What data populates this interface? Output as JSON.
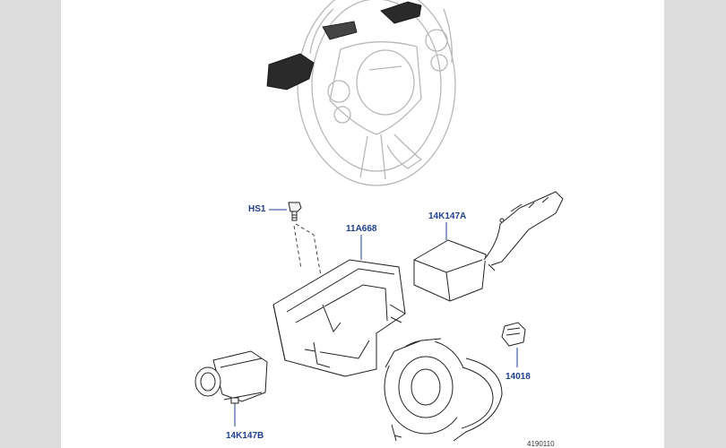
{
  "callouts": {
    "hs1": "HS1",
    "p11a668": "11A668",
    "p14k147a": "14K147A",
    "p14018": "14018",
    "p14k147b": "14K147B"
  },
  "illustration_id": "4190110",
  "colors": {
    "callout_text": "#1f3f8f",
    "line_art": "#222222",
    "ghost_art": "#b8b8b8",
    "background": "#dcdcdc",
    "page": "#ffffff"
  }
}
